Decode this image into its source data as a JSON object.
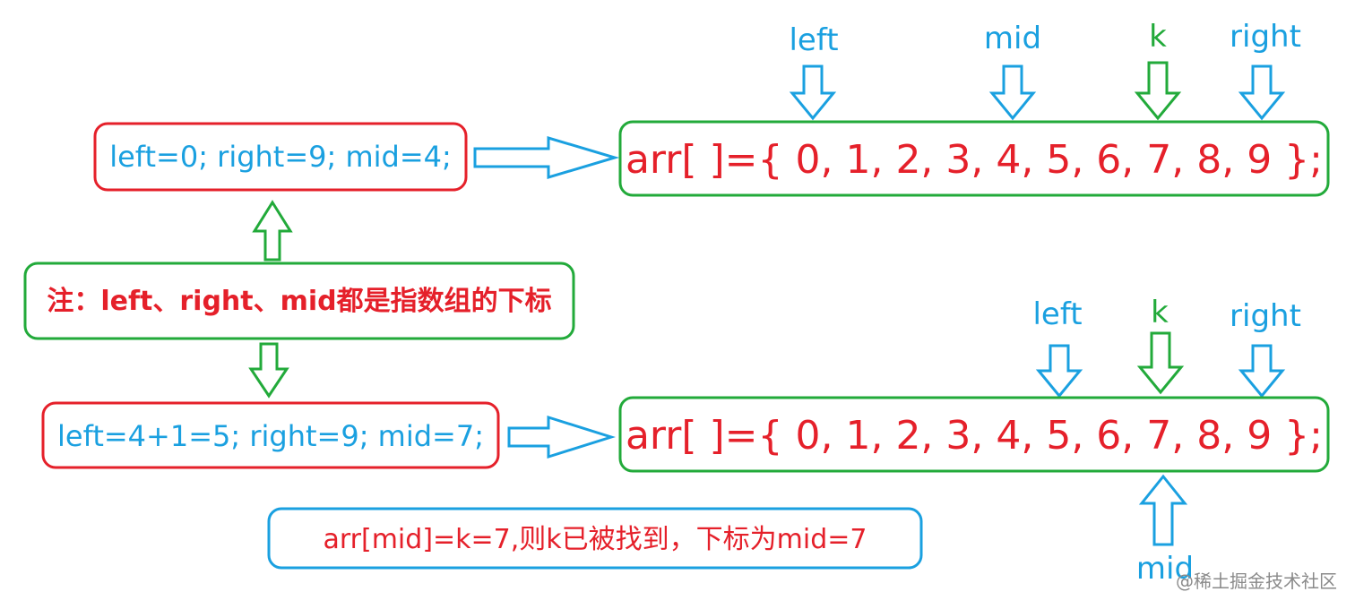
{
  "colors": {
    "blue": "#1aa0e0",
    "green": "#22aa3a",
    "red": "#e5202a",
    "watermark": "#8a8a8a"
  },
  "rows": [
    {
      "state": "left=0; right=9; mid=4;",
      "array": "arr[ ]={ 0, 1, 2, 3, 4, 5, 6, 7, 8, 9 };",
      "pointers": [
        "left",
        "mid",
        "k",
        "right"
      ]
    },
    {
      "state": "left=4+1=5; right=9; mid=7;",
      "array": "arr[ ]={ 0, 1, 2, 3, 4, 5, 6, 7, 8, 9 };",
      "pointers": [
        "left",
        "k",
        "right"
      ],
      "bottom_pointer": "mid"
    }
  ],
  "note": "注：left、right、mid都是指数组的下标",
  "result": "arr[mid]=k=7,则k已被找到，下标为mid=7",
  "watermark": "@稀土掘金技术社区"
}
